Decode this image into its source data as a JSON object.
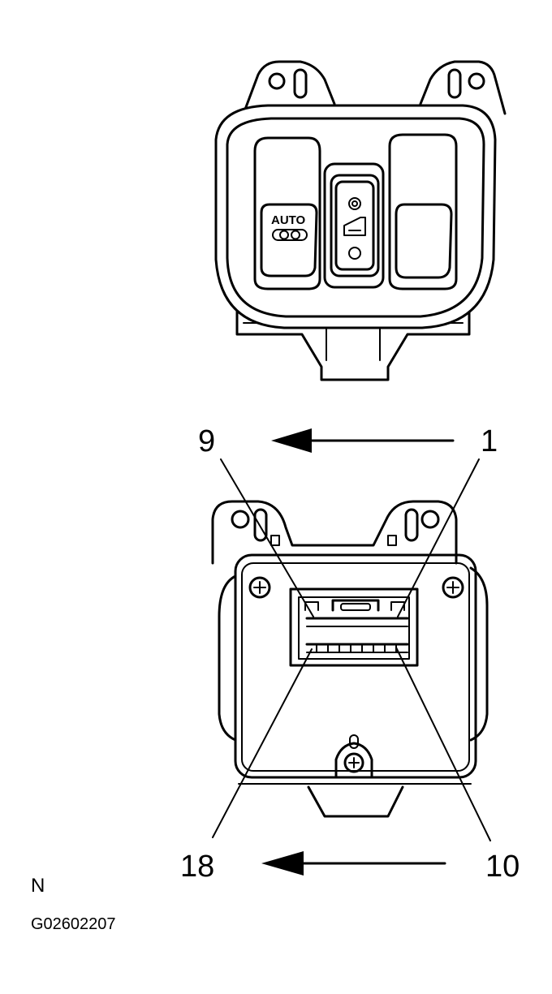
{
  "switch_front": {
    "auto_label": "AUTO"
  },
  "connector": {
    "pin_top_left": "9",
    "pin_top_right": "1",
    "pin_bottom_left": "18",
    "pin_bottom_right": "10"
  },
  "footer": {
    "letter": "N",
    "figure_id": "G02602207"
  }
}
